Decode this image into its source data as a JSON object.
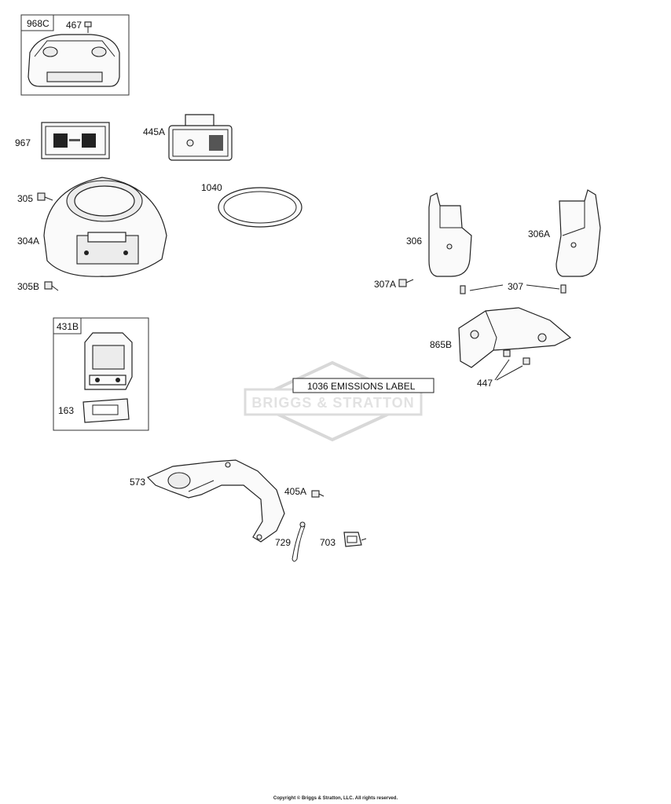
{
  "callouts": {
    "c968C": "968C",
    "c467": "467",
    "c967": "967",
    "c445A": "445A",
    "c305": "305",
    "c304A": "304A",
    "c305B": "305B",
    "c1040": "1040",
    "c306": "306",
    "c306A": "306A",
    "c307A": "307A",
    "c307": "307",
    "c865B": "865B",
    "c447": "447",
    "c431B": "431B",
    "c163": "163",
    "c573": "573",
    "c405A": "405A",
    "c729": "729",
    "c703": "703"
  },
  "emissions_label": "1036 EMISSIONS LABEL",
  "watermark": "BRIGGS & STRATTON",
  "copyright": "Copyright © Briggs & Stratton, LLC. All rights reserved."
}
